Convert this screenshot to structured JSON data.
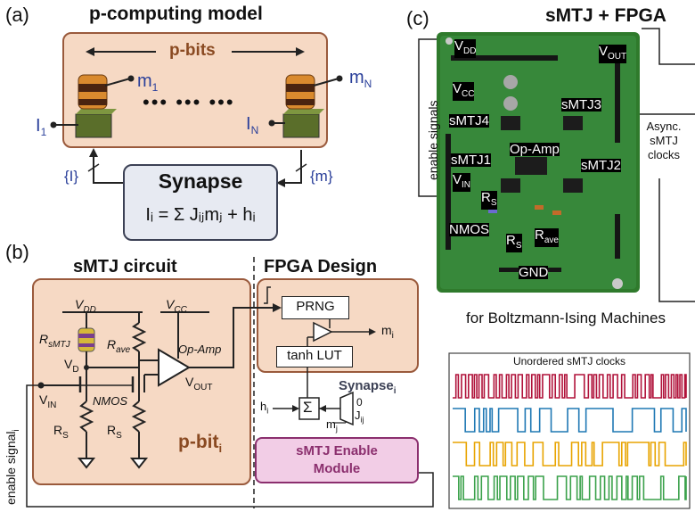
{
  "panel_a": {
    "label": "(a)",
    "title": "p-computing model",
    "pbits_label": "p-bits",
    "dots": "••• ••• •••",
    "m1_main": "m",
    "m1_sub": "1",
    "mN_main": "m",
    "mN_sub": "N",
    "I1_main": "I",
    "I1_sub": "1",
    "IN_main": "I",
    "IN_sub": "N",
    "bus_I": "{I}",
    "bus_m": "{m}",
    "synapse_title": "Synapse",
    "synapse_eq": "Iᵢ = Σ Jᵢⱼmⱼ + hᵢ"
  },
  "panel_b": {
    "label": "(b)",
    "circuit_title": "sMTJ circuit",
    "fpga_title": "FPGA Design",
    "vdd": "Vᴅᴅ",
    "vdd_main": "V",
    "vdd_sub": "DD",
    "vcc_main": "V",
    "vcc_sub": "CC",
    "rsmtj_main": "R",
    "rsmtj_sub": "sMTJ",
    "rave_main": "R",
    "rave_sub": "ave",
    "opamp": "Op-Amp",
    "vd_main": "V",
    "vd_sub": "D",
    "vout_main": "V",
    "vout_sub": "OUT",
    "vin_main": "V",
    "vin_sub": "IN",
    "nmos": "NMOS",
    "rs1_main": "R",
    "rs1_sub": "S",
    "rs2_main": "R",
    "rs2_sub": "S",
    "pbit_main": "p-bit",
    "pbit_sub": "i",
    "enable_main": "enable signal",
    "enable_sub": "i",
    "prng": "PRNG",
    "mi_main": "m",
    "mi_sub": "i",
    "tanh": "tanh LUT",
    "synapse_main": "Synapse",
    "synapse_sub": "i",
    "hi_main": "h",
    "hi_sub": "i",
    "sum": "Σ",
    "mj_main": "m",
    "mj_sub": "j",
    "jij_main": "J",
    "jij_sub": "ij",
    "mux_zero": "0",
    "enable_module": "sMTJ Enable Module"
  },
  "panel_c": {
    "label": "(c)",
    "title": "sMTJ + FPGA",
    "enable_signals": "enable signals",
    "async_clocks": "Async. sMTJ clocks",
    "board": {
      "vdd_main": "V",
      "vdd_sub": "DD",
      "vout_main": "V",
      "vout_sub": "OUT",
      "vcc_main": "V",
      "vcc_sub": "CC",
      "smtj4": "sMTJ4",
      "smtj3": "sMTJ3",
      "opamp": "Op-Amp",
      "smtj1": "sMTJ1",
      "smtj2": "sMTJ2",
      "vin_main": "V",
      "vin_sub": "IN",
      "rs_a_main": "R",
      "rs_a_sub": "S",
      "nmos": "NMOS",
      "rs_b_main": "R",
      "rs_b_sub": "S",
      "rave_main": "R",
      "rave_sub": "ave",
      "gnd": "GND"
    },
    "boltzmann": "for Boltzmann-Ising Machines",
    "clocks_title": "Unordered sMTJ clocks"
  },
  "colors": {
    "peach": "#f6d9c4",
    "brown": "#8a4a22",
    "synapse_grey": "#e7eaf2",
    "enable_pink": "#f2cde6",
    "pcb_green": "#2f7a2c",
    "clock_red": "#b0123a",
    "clock_blue": "#1f78b4",
    "clock_orange": "#e8a400",
    "clock_green": "#3aa14a"
  }
}
